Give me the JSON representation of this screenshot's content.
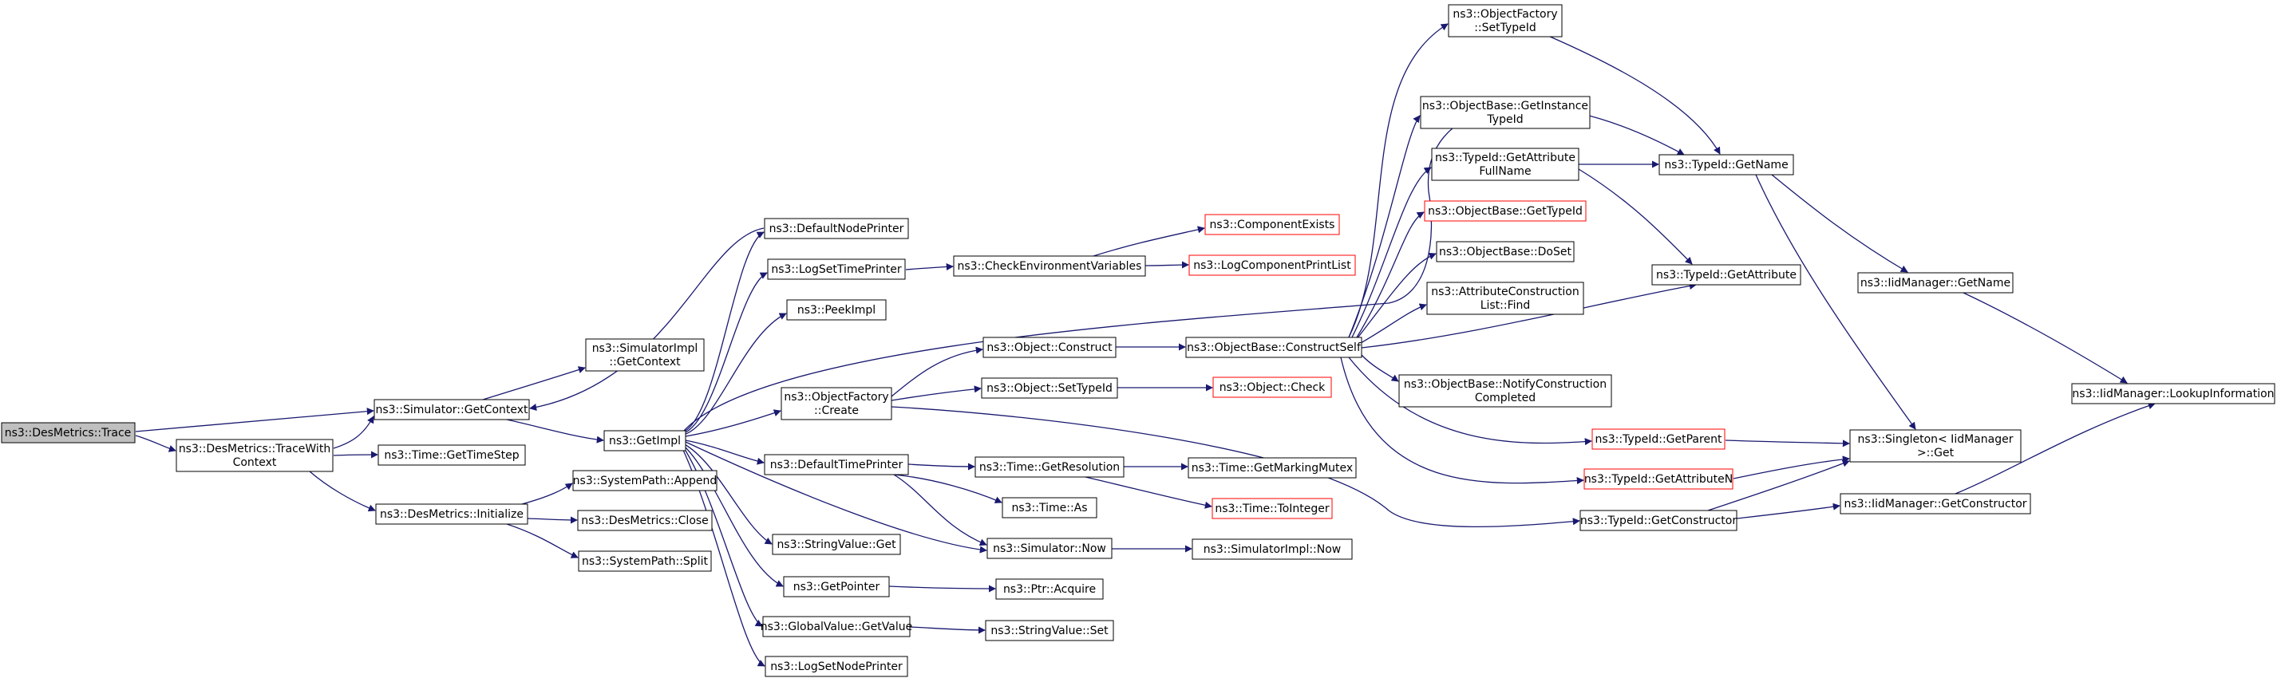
{
  "colors": {
    "edge": "#191970",
    "root_fill": "#bfbfbf",
    "missing_border": "#ff0000",
    "border": "#000000"
  },
  "nodes": {
    "trace": "ns3::DesMetrics::Trace",
    "trace_with_context_1": "ns3::DesMetrics::TraceWith",
    "trace_with_context_2": "Context",
    "sim_get_context": "ns3::Simulator::GetContext",
    "simimpl_get_context_1": "ns3::SimulatorImpl",
    "simimpl_get_context_2": "::GetContext",
    "time_get_time_step": "ns3::Time::GetTimeStep",
    "desmetrics_initialize": "ns3::DesMetrics::Initialize",
    "systempath_append": "ns3::SystemPath::Append",
    "desmetrics_close": "ns3::DesMetrics::Close",
    "systempath_split": "ns3::SystemPath::Split",
    "get_impl": "ns3::GetImpl",
    "default_node_printer": "ns3::DefaultNodePrinter",
    "log_set_time_printer": "ns3::LogSetTimePrinter",
    "peek_impl": "ns3::PeekImpl",
    "object_factory_create_1": "ns3::ObjectFactory",
    "object_factory_create_2": "::Create",
    "default_time_printer": "ns3::DefaultTimePrinter",
    "stringvalue_get": "ns3::StringValue::Get",
    "get_pointer": "ns3::GetPointer",
    "globalvalue_getvalue": "ns3::GlobalValue::GetValue",
    "log_set_node_printer": "ns3::LogSetNodePrinter",
    "check_env_vars": "ns3::CheckEnvironmentVariables",
    "component_exists": "ns3::ComponentExists",
    "log_component_print_list": "ns3::LogComponentPrintList",
    "object_construct": "ns3::Object::Construct",
    "object_settypeid": "ns3::Object::SetTypeId",
    "object_check": "ns3::Object::Check",
    "time_get_resolution": "ns3::Time::GetResolution",
    "time_as": "ns3::Time::As",
    "simulator_now": "ns3::Simulator::Now",
    "ptr_acquire": "ns3::Ptr::Acquire",
    "stringvalue_set": "ns3::StringValue::Set",
    "time_get_marking_mutex": "ns3::Time::GetMarkingMutex",
    "time_to_integer": "ns3::Time::ToInteger",
    "simimpl_now": "ns3::SimulatorImpl::Now",
    "objectbase_construct_self": "ns3::ObjectBase::ConstructSelf",
    "objectfactory_settypeid_1": "ns3::ObjectFactory",
    "objectfactory_settypeid_2": "::SetTypeId",
    "objectbase_get_instance_typeid_1": "ns3::ObjectBase::GetInstance",
    "objectbase_get_instance_typeid_2": "TypeId",
    "typeid_get_attribute_fullname_1": "ns3::TypeId::GetAttribute",
    "typeid_get_attribute_fullname_2": "FullName",
    "objectbase_gettypeid": "ns3::ObjectBase::GetTypeId",
    "objectbase_doset": "ns3::ObjectBase::DoSet",
    "attr_construction_list_find_1": "ns3::AttributeConstruction",
    "attr_construction_list_find_2": "List::Find",
    "objectbase_notify_construction_completed_1": "ns3::ObjectBase::NotifyConstruction",
    "objectbase_notify_construction_completed_2": "Completed",
    "typeid_getparent": "ns3::TypeId::GetParent",
    "typeid_getattributen": "ns3::TypeId::GetAttributeN",
    "typeid_getconstructor": "ns3::TypeId::GetConstructor",
    "typeid_getname": "ns3::TypeId::GetName",
    "typeid_getattribute": "ns3::TypeId::GetAttribute",
    "iidmanager_getname": "ns3::IidManager::GetName",
    "singleton_get_1": "ns3::Singleton< IidManager",
    "singleton_get_2": ">::Get",
    "iidmanager_getconstructor": "ns3::IidManager::GetConstructor",
    "iidmanager_lookupinformation": "ns3::IidManager::LookupInformation"
  }
}
